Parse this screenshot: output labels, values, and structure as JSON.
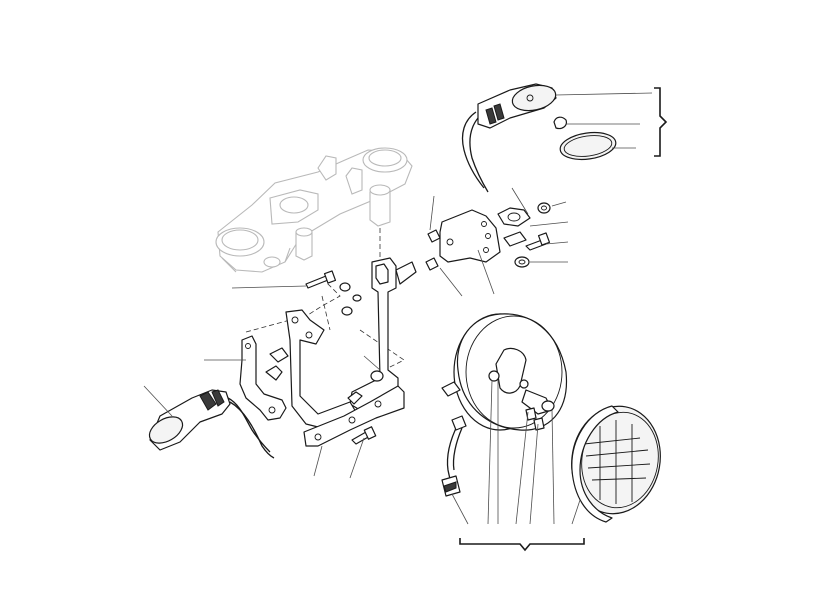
{
  "diagram": {
    "parts": [
      "triple-clamp",
      "headlight-mount-bracket",
      "left-front-turn-signal",
      "right-front-turn-signal",
      "turn-signal-bulb",
      "turn-signal-lens",
      "headlight-housing",
      "headlight-lens",
      "headlight-bulb",
      "signal-mount-bracket-right",
      "signal-mount-bracket-left",
      "fasteners"
    ]
  }
}
